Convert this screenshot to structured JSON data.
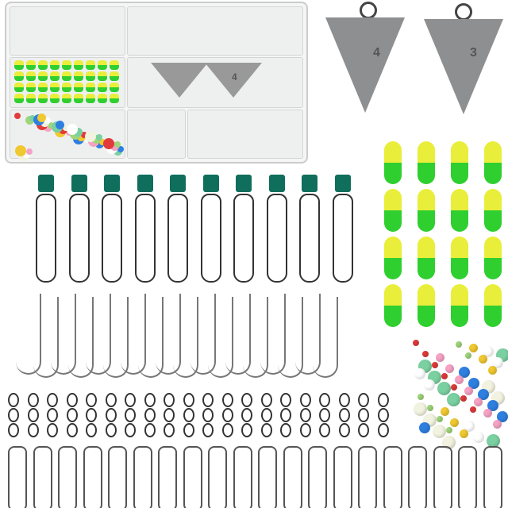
{
  "product_photo": {
    "sinker_labels": {
      "large_left": "4",
      "large_right": "3",
      "box_sinker": "4"
    },
    "colors": {
      "float_yellow": "#e9ee3a",
      "float_green": "#2fcf2f",
      "clip_teal": "#0f6e5c",
      "lead_gray": "#8d8f90",
      "bead_colors": [
        "#e23b3b",
        "#f6a2c4",
        "#2f7fe0",
        "#f2f2e0",
        "#9fd67a",
        "#f0c830",
        "#ffffff",
        "#7ad0a0"
      ]
    }
  }
}
